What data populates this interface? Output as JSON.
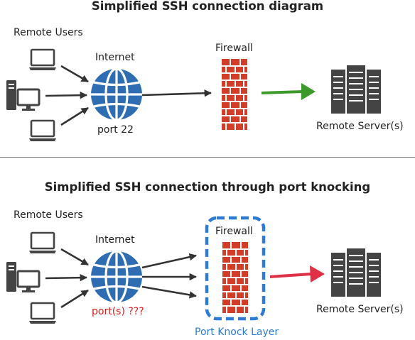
{
  "diagram1": {
    "title": "Simplified SSH connection diagram",
    "remote_users_label": "Remote Users",
    "internet_label": "Internet",
    "port_label": "port 22",
    "firewall_label": "Firewall",
    "server_label": "Remote Server(s)",
    "arrow_to_server_color": "#3c9a2a"
  },
  "diagram2": {
    "title": "Simplified SSH connection through port knocking",
    "remote_users_label": "Remote Users",
    "internet_label": "Internet",
    "port_label": "port(s) ???",
    "firewall_label": "Firewall",
    "knock_layer_label": "Port Knock Layer",
    "server_label": "Remote Server(s)",
    "arrow_to_server_color": "#e03046",
    "port_label_color": "#e02020",
    "knock_layer_color": "#2e7bd6"
  },
  "colors": {
    "globe": "#2f6db3",
    "brick": "#d23d2a",
    "device": "#444444",
    "arrow": "#333333"
  }
}
